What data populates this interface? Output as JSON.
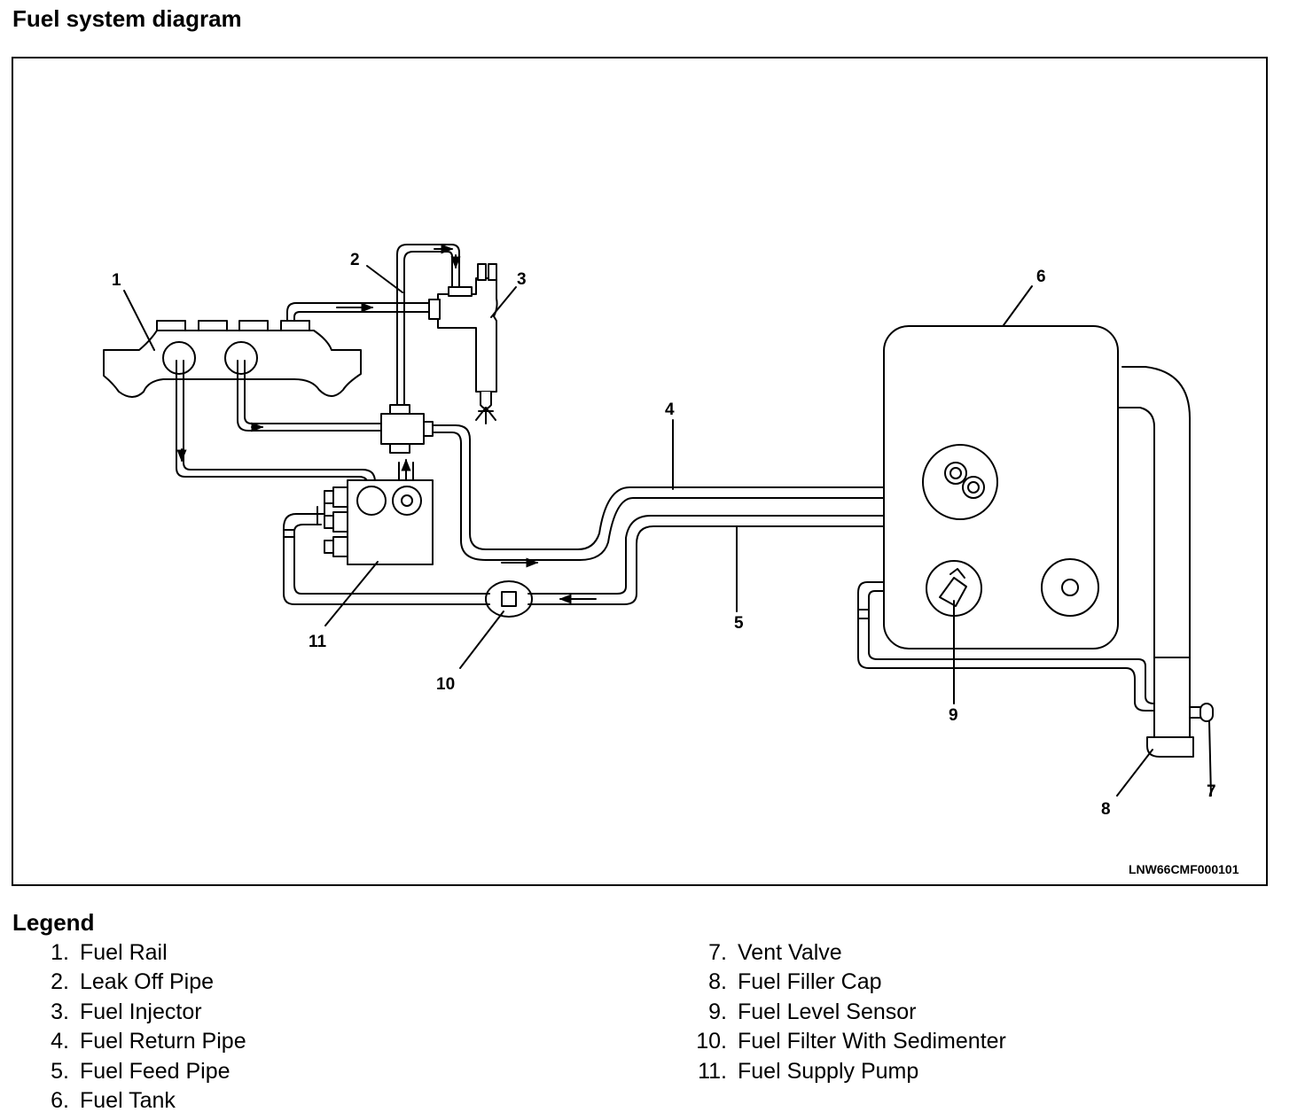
{
  "title": "Fuel system diagram",
  "diagram": {
    "callouts": [
      "1",
      "2",
      "3",
      "4",
      "5",
      "6",
      "7",
      "8",
      "9",
      "10",
      "11"
    ],
    "figure_code": "LNW66CMF000101"
  },
  "legend": {
    "title": "Legend",
    "items": [
      {
        "num": "1.",
        "label": "Fuel Rail"
      },
      {
        "num": "2.",
        "label": "Leak Off Pipe"
      },
      {
        "num": "3.",
        "label": "Fuel Injector"
      },
      {
        "num": "4.",
        "label": "Fuel Return Pipe"
      },
      {
        "num": "5.",
        "label": "Fuel Feed Pipe"
      },
      {
        "num": "6.",
        "label": "Fuel Tank"
      },
      {
        "num": "7.",
        "label": "Vent Valve"
      },
      {
        "num": "8.",
        "label": "Fuel Filler Cap"
      },
      {
        "num": "9.",
        "label": "Fuel Level Sensor"
      },
      {
        "num": "10.",
        "label": "Fuel Filter With Sedimenter"
      },
      {
        "num": "11.",
        "label": "Fuel Supply Pump"
      }
    ]
  }
}
